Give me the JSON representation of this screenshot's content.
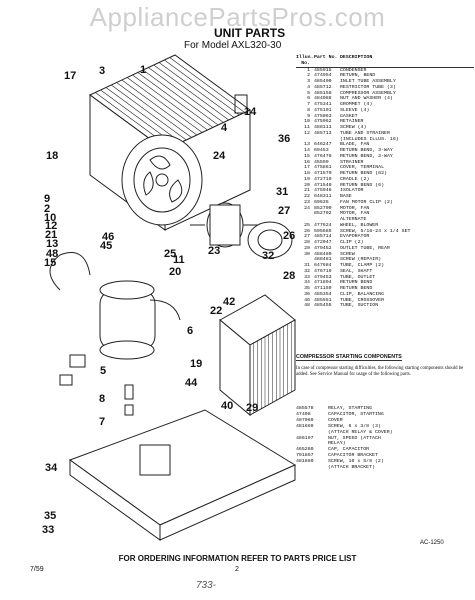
{
  "watermark": "AppliancePartsPros.com",
  "header": {
    "title": "UNIT PARTS",
    "subtitle": "For Model AXL320-30"
  },
  "parts_table": {
    "headers": {
      "ill_no": "Illus. No.",
      "part_no": "Part No.",
      "description": "DESCRIPTION"
    },
    "rows": [
      {
        "ill": "1",
        "part": "485915",
        "desc": "CONDENSER"
      },
      {
        "ill": "2",
        "part": "474954",
        "desc": "RETURN, BEND"
      },
      {
        "ill": "3",
        "part": "485400",
        "desc": "INLET TUBE ASSEMBLY"
      },
      {
        "ill": "4",
        "part": "485712",
        "desc": "RESTRICTOR TUBE (3)"
      },
      {
        "ill": "5",
        "part": "485158",
        "desc": "COMPRESSOR ASSEMBLY"
      },
      {
        "ill": "6",
        "part": "484088",
        "desc": "NUT AND WASHER (4)"
      },
      {
        "ill": "7",
        "part": "475341",
        "desc": "GROMMET (4)"
      },
      {
        "ill": "8",
        "part": "475101",
        "desc": "SLEEVE (4)"
      },
      {
        "ill": "9",
        "part": "475063",
        "desc": "GASKET"
      },
      {
        "ill": "10",
        "part": "475062",
        "desc": "RETAINER"
      },
      {
        "ill": "11",
        "part": "488111",
        "desc": "SCREW (4)"
      },
      {
        "ill": "12",
        "part": "485713",
        "desc": "TUBE AND STRAINER"
      },
      {
        "ill": "",
        "part": "",
        "desc": "(INCLUDES ILLUS. 16)"
      },
      {
        "ill": "13",
        "part": "646247",
        "desc": "BLADE, FAN"
      },
      {
        "ill": "14",
        "part": "69453",
        "desc": "RETURN BEND, 3-WAY"
      },
      {
        "ill": "15",
        "part": "476478",
        "desc": "RETURN BEND, 3-WAY"
      },
      {
        "ill": "16",
        "part": "45599",
        "desc": "STRAINER"
      },
      {
        "ill": "17",
        "part": "475861",
        "desc": "COVER, TERMINAL"
      },
      {
        "ill": "18",
        "part": "471570",
        "desc": "RETURN BEND (62)"
      },
      {
        "ill": "19",
        "part": "472719",
        "desc": "CRADLE (2)"
      },
      {
        "ill": "20",
        "part": "471540",
        "desc": "RETURN BEND (6)"
      },
      {
        "ill": "21",
        "part": "475946",
        "desc": "ISOLATOR"
      },
      {
        "ill": "22",
        "part": "648311",
        "desc": "BASE"
      },
      {
        "ill": "23",
        "part": "69635",
        "desc": "FAN MOTOR CLIP (2)"
      },
      {
        "ill": "24",
        "part": "852700",
        "desc": "MOTOR, FAN"
      },
      {
        "ill": "",
        "part": "852702",
        "desc": "MOTOR, FAN"
      },
      {
        "ill": "",
        "part": "",
        "desc": "ALTERNATE"
      },
      {
        "ill": "25",
        "part": "477624",
        "desc": "WHEEL, BLOWER"
      },
      {
        "ill": "26",
        "part": "595685",
        "desc": "SCREW, 5/16-24 x 1/4 SET"
      },
      {
        "ill": "27",
        "part": "485714",
        "desc": "EVAPORATOR"
      },
      {
        "ill": "28",
        "part": "472047",
        "desc": "CLIP (2)"
      },
      {
        "ill": "29",
        "part": "479452",
        "desc": "OUTLET TUBE, REAR"
      },
      {
        "ill": "30",
        "part": "488480",
        "desc": "SCREW"
      },
      {
        "ill": "",
        "part": "488481",
        "desc": "SCREW (REPAIR)"
      },
      {
        "ill": "31",
        "part": "647684",
        "desc": "TUBE, CLAMP (2)"
      },
      {
        "ill": "32",
        "part": "476719",
        "desc": "SEAL, SHAFT"
      },
      {
        "ill": "33",
        "part": "479453",
        "desc": "TUBE, OUTLET"
      },
      {
        "ill": "34",
        "part": "471894",
        "desc": "RETURN BEND"
      },
      {
        "ill": "35",
        "part": "471159",
        "desc": "RETURN BEND"
      },
      {
        "ill": "36",
        "part": "485354",
        "desc": "CLIP, BALANCING"
      },
      {
        "ill": "46",
        "part": "485551",
        "desc": "TUBE, CROSSOVER"
      },
      {
        "ill": "48",
        "part": "485455",
        "desc": "TUBE, SUCTION"
      }
    ]
  },
  "compressor_section": {
    "heading": "COMPRESSOR STARTING COMPONENTS",
    "note": "In case of compressor starting difficulties, the following starting components should be added. See Service Manual for usage of the following parts.",
    "rows": [
      {
        "part": "485578",
        "desc": "RELAY, STARTING"
      },
      {
        "part": "47408",
        "desc": "CAPACITOR, STARTING"
      },
      {
        "part": "487069",
        "desc": "COVER"
      },
      {
        "part": "481669",
        "desc": "SCREW, 6 x 3/8 (3)"
      },
      {
        "part": "",
        "desc": "(ATTACH RELAY & COVER)"
      },
      {
        "part": "486197",
        "desc": "NUT, SPEED (ATTACH"
      },
      {
        "part": "",
        "desc": "RELAY)"
      },
      {
        "part": "465280",
        "desc": "CAP, CAPACITOR"
      },
      {
        "part": "791867",
        "desc": "CAPACITOR BRACKET"
      },
      {
        "part": "481880",
        "desc": "SCREW, 10 x 5/8 (2)"
      },
      {
        "part": "",
        "desc": "(ATTACH BRACKET)"
      }
    ]
  },
  "diagram": {
    "callouts": [
      "17",
      "3",
      "1",
      "14",
      "4",
      "36",
      "2",
      "27",
      "31",
      "24",
      "12",
      "32",
      "26",
      "23",
      "25",
      "11",
      "20",
      "9",
      "10",
      "18",
      "21",
      "13",
      "48",
      "28",
      "6",
      "42",
      "22",
      "29",
      "19",
      "8",
      "44",
      "40",
      "34",
      "5",
      "7",
      "33",
      "35",
      "15",
      "46",
      "45"
    ],
    "ref_code": "AC-1250"
  },
  "footer": {
    "order_note": "FOR ORDERING INFORMATION REFER TO PARTS PRICE LIST",
    "page": "2",
    "date": "7/59",
    "handwriting": "733-"
  }
}
